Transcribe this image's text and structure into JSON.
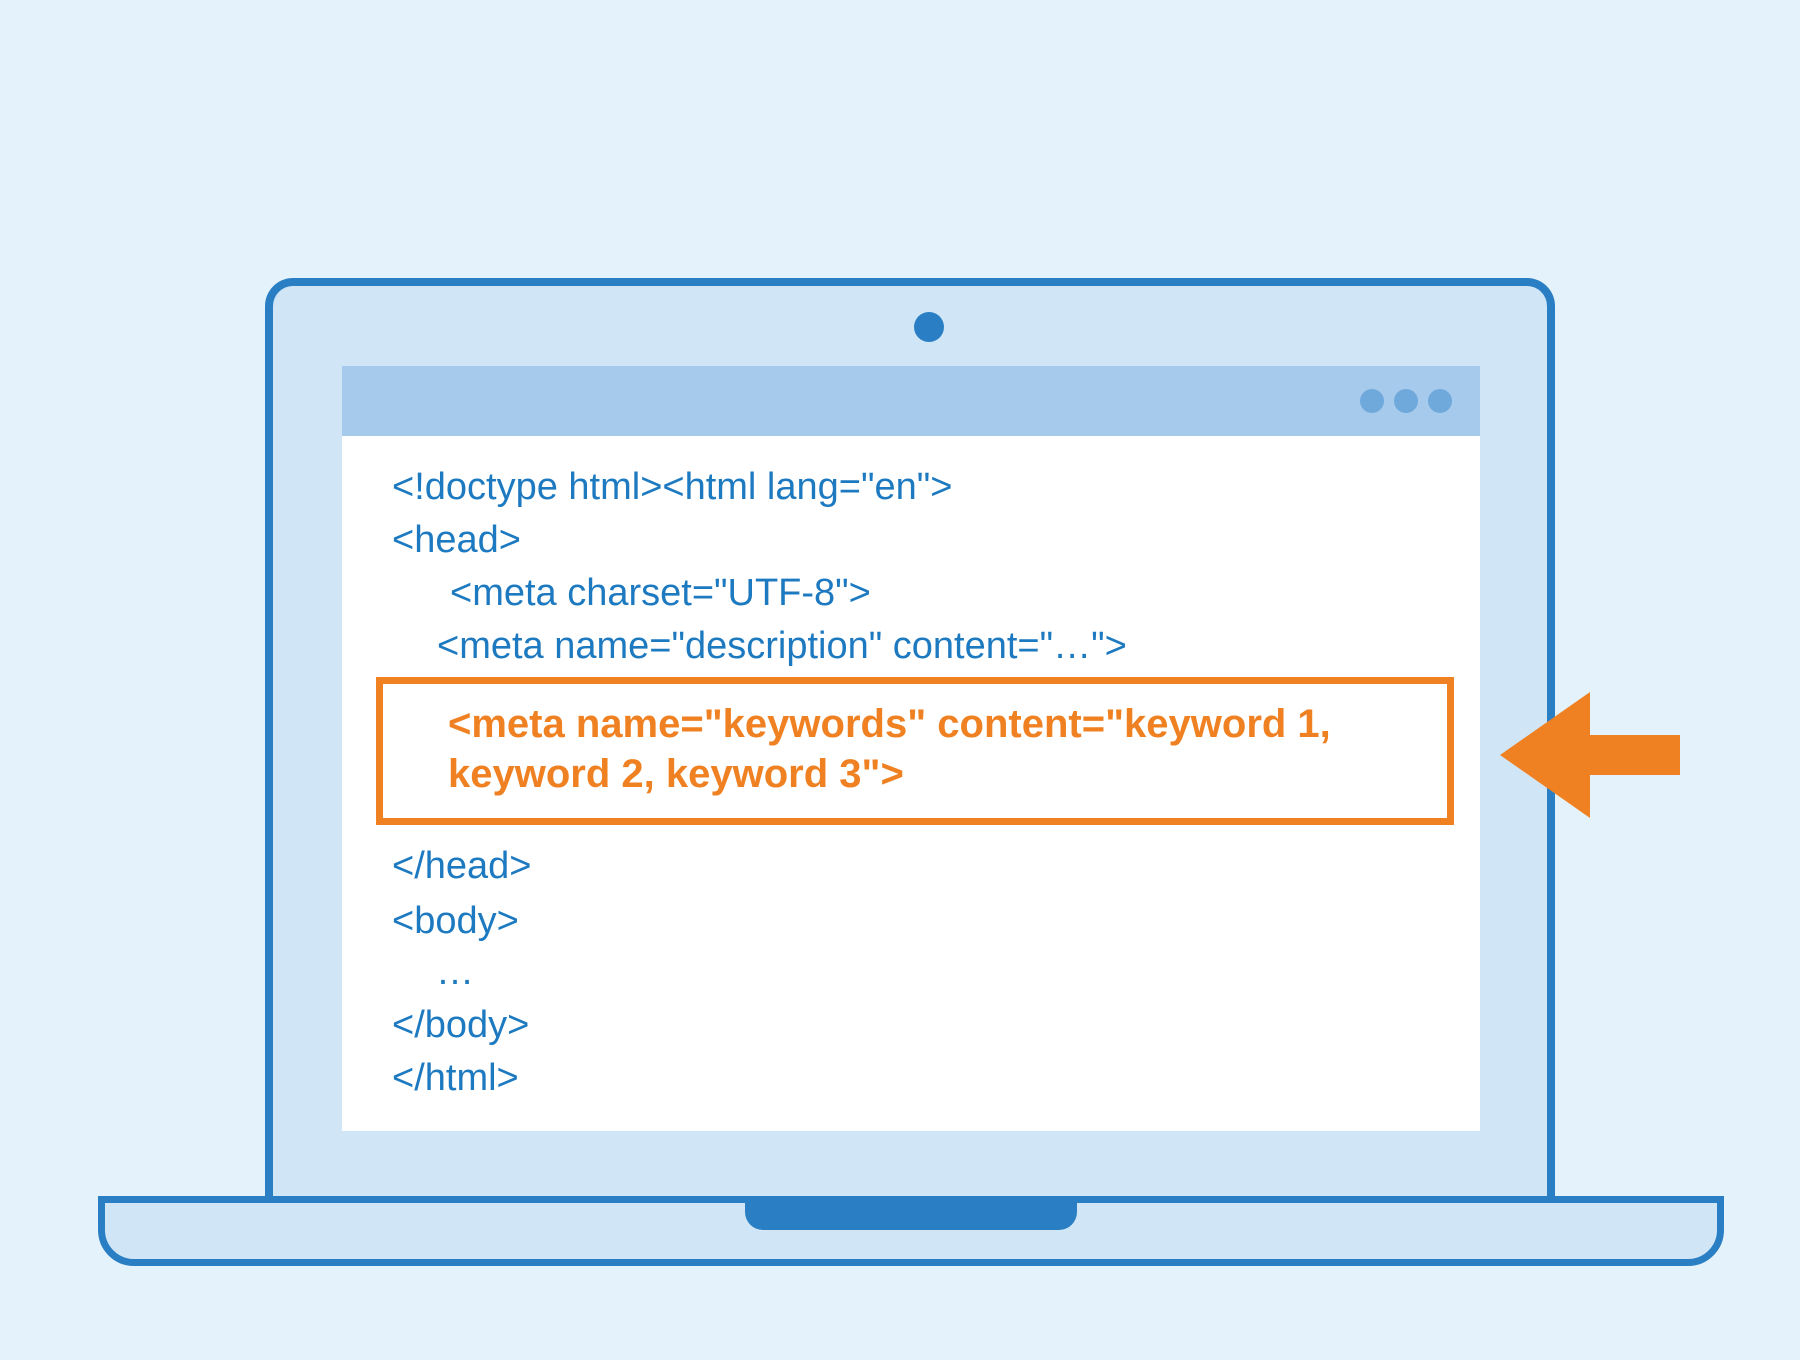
{
  "code": {
    "line1": "<!doctype html><html lang=\"en\">",
    "line2": "<head>",
    "line3": "<meta charset=\"UTF-8\">",
    "line4": "<meta name=\"description\" content=\"…\">",
    "highlight_line1": "<meta name=\"keywords\" content=\"keyword 1,",
    "highlight_line2": "keyword 2, keyword 3\">",
    "line5": "</head>",
    "line6": "<body>",
    "line7": "…",
    "line8": "</body>",
    "line9": "</html>"
  },
  "colors": {
    "frame": "#2a7fc4",
    "code_text": "#1d7ac0",
    "highlight": "#f08122",
    "background": "#e4f2fb",
    "titlebar": "#a6caec"
  },
  "icons": [
    "camera-icon",
    "window-dots-icon",
    "left-arrow-icon"
  ]
}
